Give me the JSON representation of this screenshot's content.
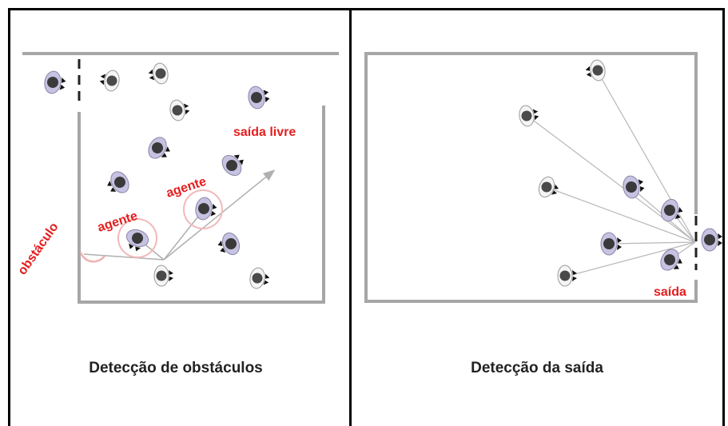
{
  "panels": {
    "left": {
      "caption": "Detecção de obstáculos",
      "labels": {
        "obstacle": "obstáculo",
        "agent_1": "agente",
        "agent_2": "agente",
        "free_exit": "saída livre"
      }
    },
    "right": {
      "caption": "Detecção da saída",
      "labels": {
        "exit": "saída"
      }
    }
  },
  "colors": {
    "wall": "#a6a6a6",
    "label_red": "#e41e1e",
    "frame": "#000000",
    "ray": "#b0b0b0",
    "agent_purple": "#c6c2e2",
    "agent_white": "#f2f2f2",
    "head": "#3a3a3a"
  },
  "icons": [
    "person-topdown-icon"
  ]
}
